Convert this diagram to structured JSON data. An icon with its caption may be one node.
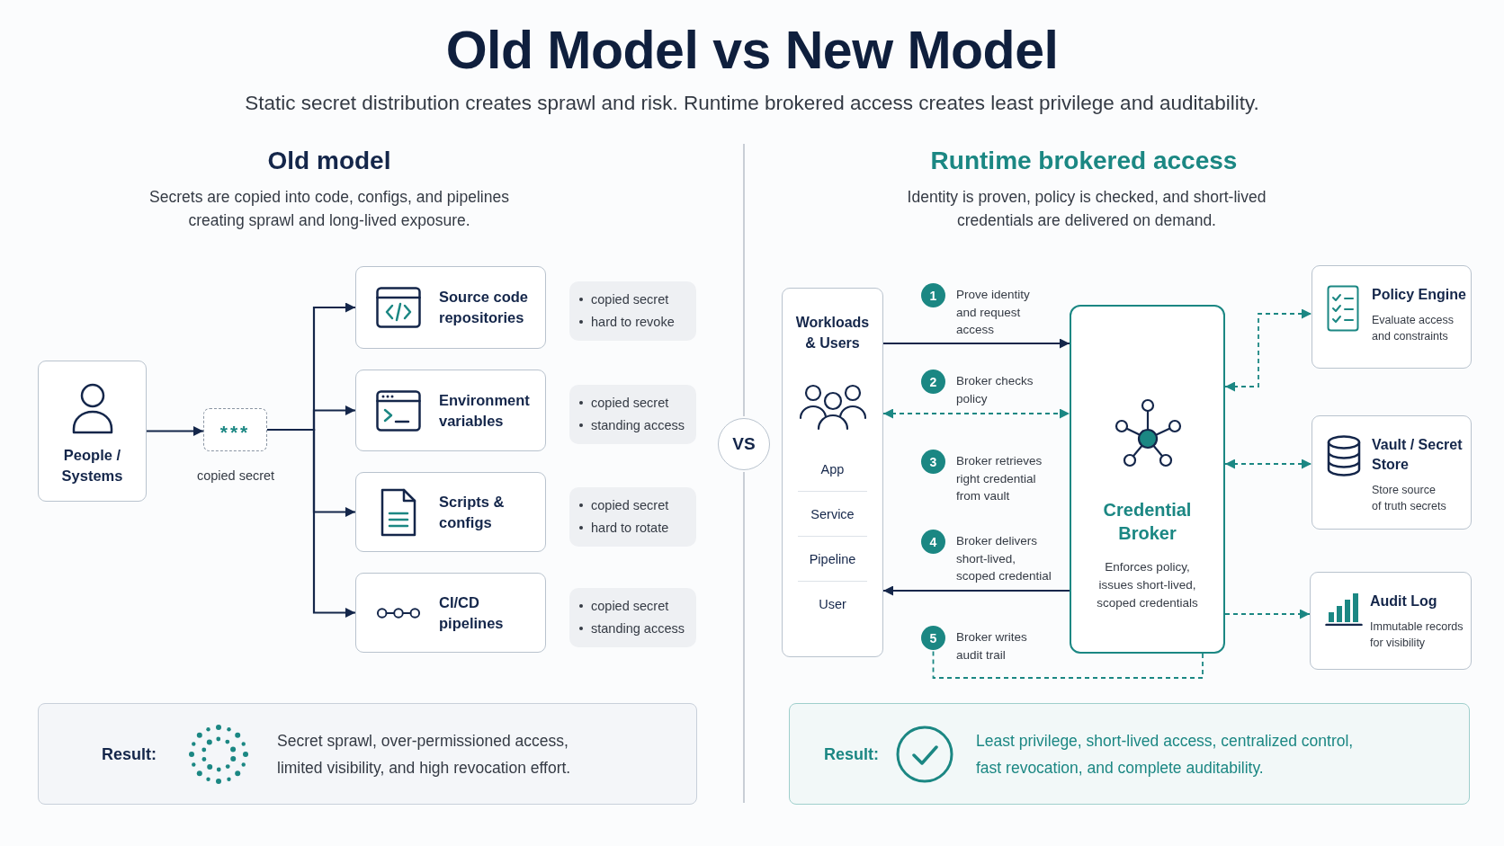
{
  "diagram": {
    "title": "Old Model vs New Model",
    "nodes": [
      {
        "text": [
          "People / Systems"
        ]
      },
      {
        "text": [
          "***"
        ],
        "beside": [
          "copied secret"
        ]
      },
      {
        "text": [
          "Source code repositories"
        ]
      },
      {
        "text": [
          "copied secret",
          "hard to revoke"
        ]
      },
      {
        "text": [
          "Environment variables"
        ]
      },
      {
        "text": [
          "copied secret",
          "standing access"
        ]
      },
      {
        "text": [
          "Scripts & configs"
        ]
      },
      {
        "text": [
          "copied secret",
          "hard to rotate"
        ]
      },
      {
        "text": [
          "CI/CD pipelines"
        ]
      },
      {
        "text": [
          "copied secret",
          "standing access"
        ]
      },
      {
        "text": [
          "VS"
        ]
      },
      {
        "text": [
          "Workloads & Users",
          "App",
          "Service",
          "Pipeline",
          "User"
        ]
      },
      {
        "text": [
          "1"
        ],
        "beside": [
          "Prove identity and request access"
        ]
      },
      {
        "text": [
          "2"
        ],
        "beside": [
          "Broker checks policy"
        ]
      },
      {
        "text": [
          "3"
        ],
        "beside": [
          "Broker retrieves right credential from vault"
        ]
      },
      {
        "text": [
          "4"
        ],
        "beside": [
          "Broker delivers short-lived, scoped credential"
        ]
      },
      {
        "text": [
          "5"
        ],
        "beside": [
          "Broker writes audit trail"
        ]
      },
      {
        "text": [
          "Credential Broker",
          "Enforces policy, issues short-lived, scoped credentials"
        ]
      },
      {
        "text": [
          "Policy Engine",
          "Evaluate access and constraints"
        ]
      },
      {
        "text": [
          "Vault / Secret Store",
          "Store source of truth secrets"
        ]
      },
      {
        "text": [
          "Audit Log",
          "Immutable records for visibility"
        ]
      },
      {
        "text": [
          "Result:",
          "Secret sprawl, over-permissioned access, limited visibility, and high revocation effort."
        ]
      },
      {
        "text": [
          "Result:",
          "Least privilege, short-lived access, centralized control, fast revocation, and complete auditability."
        ]
      }
    ],
    "edges": [
      {
        "from": 0,
        "to": 1,
        "arrow": "to"
      },
      {
        "from": 1,
        "to": 2,
        "arrow": "to"
      },
      {
        "from": 1,
        "to": 4,
        "arrow": "to"
      },
      {
        "from": 1,
        "to": 6,
        "arrow": "to"
      },
      {
        "from": 1,
        "to": 8,
        "arrow": "to"
      },
      {
        "from": 11,
        "to": 17,
        "arrow": "to"
      },
      {
        "from": 11,
        "to": 17,
        "arrow": "both",
        "style": "dashed",
        "color": "#1b8783"
      },
      {
        "from": 17,
        "to": 11,
        "arrow": "to"
      },
      {
        "from": 17,
        "to": 16,
        "arrow": "none",
        "style": "dashed",
        "color": "#1b8783"
      },
      {
        "from": 17,
        "to": 18,
        "arrow": "both",
        "style": "dashed",
        "color": "#1b8783"
      },
      {
        "from": 17,
        "to": 19,
        "arrow": "both",
        "style": "dashed",
        "color": "#1b8783"
      },
      {
        "from": 17,
        "to": 20,
        "arrow": "to",
        "style": "dashed",
        "color": "#1b8783"
      }
    ],
    "labels": [
      "Static secret distribution creates sprawl and risk. Runtime brokered access creates least privilege and auditability.",
      "Old model",
      "Secrets are copied into code, configs, and pipelines creating sprawl and long-lived exposure.",
      "Runtime brokered access",
      "Identity is proven, policy is checked, and short-lived credentials are delivered on demand."
    ]
  }
}
